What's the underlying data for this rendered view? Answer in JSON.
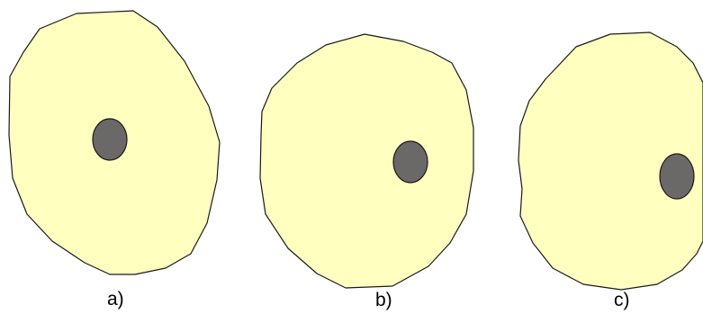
{
  "colors": {
    "cell_fill": "#FFFFC0",
    "nucleus_fill": "#6B6868",
    "outline": "#1a1a1a"
  },
  "panels": [
    {
      "label": "a)"
    },
    {
      "label": "b)"
    },
    {
      "label": "c)"
    }
  ]
}
